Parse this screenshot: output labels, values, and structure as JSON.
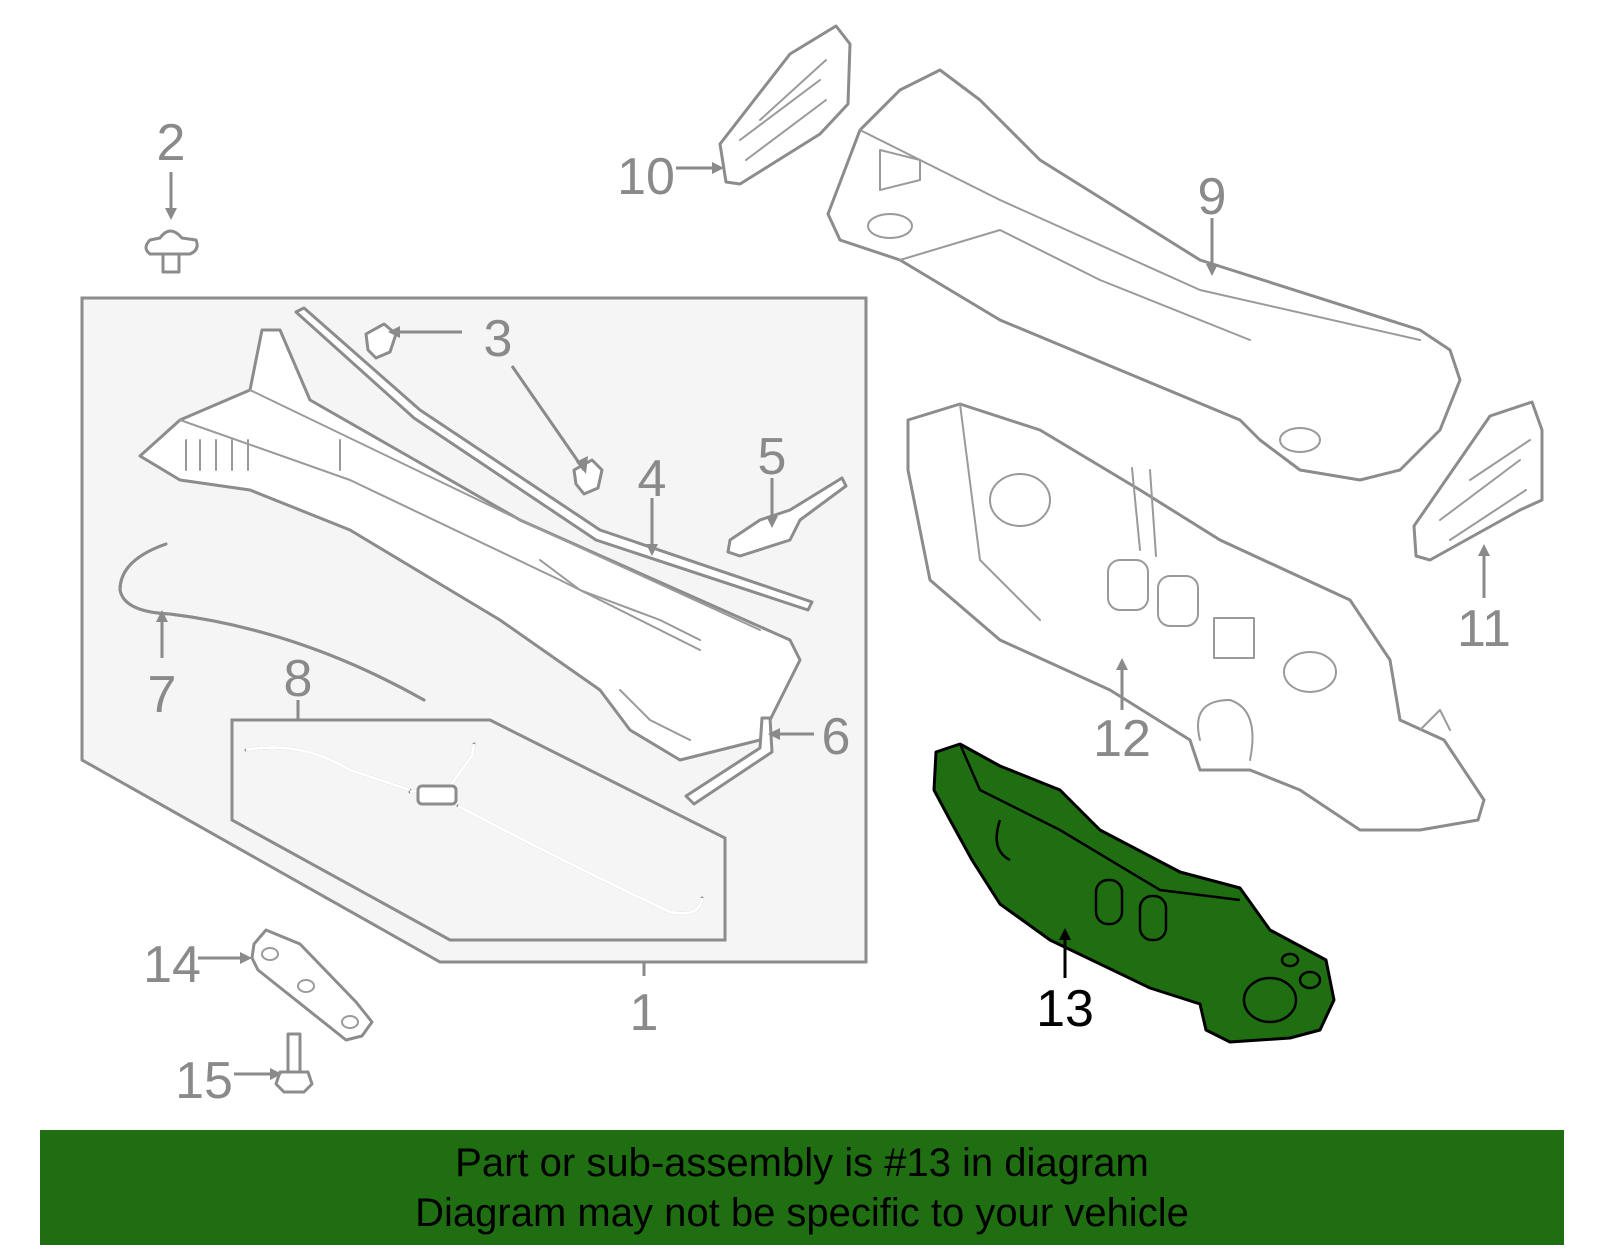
{
  "callouts": {
    "c1": "1",
    "c2": "2",
    "c3": "3",
    "c4": "4",
    "c5": "5",
    "c6": "6",
    "c7": "7",
    "c8": "8",
    "c9": "9",
    "c10": "10",
    "c11": "11",
    "c12": "12",
    "c13": "13",
    "c14": "14",
    "c15": "15"
  },
  "highlight_part": "13",
  "colors": {
    "highlight_fill": "#1f6e12",
    "banner_background": "#1f6e12",
    "line_gray": "#8c8c8c",
    "box_fill": "#f5f5f5"
  },
  "banner": {
    "line1": "Part or sub-assembly is #13 in diagram",
    "line2": "Diagram may not be specific to your vehicle"
  }
}
